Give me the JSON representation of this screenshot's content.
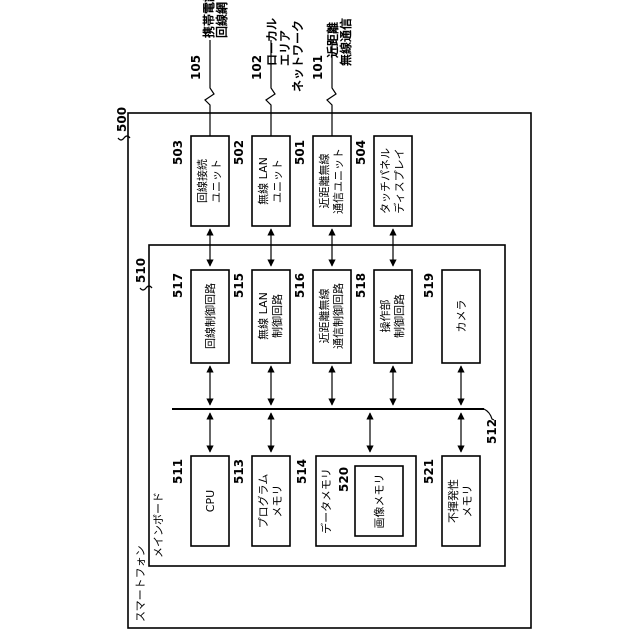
{
  "device": {
    "name": "スマートフォン",
    "ref": "500"
  },
  "board": {
    "name": "メインボード",
    "ref": "510"
  },
  "bus": {
    "ref": "512"
  },
  "networks": {
    "mobile": {
      "ref": "105",
      "lines": [
        "携帯電話",
        "回線網"
      ]
    },
    "lan": {
      "ref": "102",
      "lines": [
        "ローカル",
        "エリア",
        "ネットワーク"
      ]
    },
    "nfc": {
      "ref": "101",
      "lines": [
        "近距離",
        "無線通信"
      ]
    }
  },
  "units": {
    "u503": {
      "ref": "503",
      "lines": [
        "回線接続",
        "ユニット"
      ]
    },
    "u502": {
      "ref": "502",
      "lines": [
        "無線 LAN",
        "ユニット"
      ]
    },
    "u501": {
      "ref": "501",
      "lines": [
        "近距離無線",
        "通信ユニット"
      ]
    },
    "u504": {
      "ref": "504",
      "lines": [
        "タッチパネル",
        "ディスプレイ"
      ]
    }
  },
  "circuits": {
    "c517": {
      "ref": "517",
      "lines": [
        "回線制御回路"
      ]
    },
    "c515": {
      "ref": "515",
      "lines": [
        "無線 LAN",
        "制御回路"
      ]
    },
    "c516": {
      "ref": "516",
      "lines": [
        "近距離無線",
        "通信制御回路"
      ]
    },
    "c518": {
      "ref": "518",
      "lines": [
        "操作部",
        "制御回路"
      ]
    },
    "c519": {
      "ref": "519",
      "lines": [
        "カメラ"
      ]
    }
  },
  "memory": {
    "m511": {
      "ref": "511",
      "lines": [
        "CPU"
      ]
    },
    "m513": {
      "ref": "513",
      "lines": [
        "プログラム",
        "メモリ"
      ]
    },
    "m514": {
      "ref": "514",
      "lines": [
        "データメモリ"
      ]
    },
    "m520": {
      "ref": "520",
      "lines": [
        "画像メモリ"
      ]
    },
    "m521": {
      "ref": "521",
      "lines": [
        "不揮発性",
        "メモリ"
      ]
    }
  }
}
